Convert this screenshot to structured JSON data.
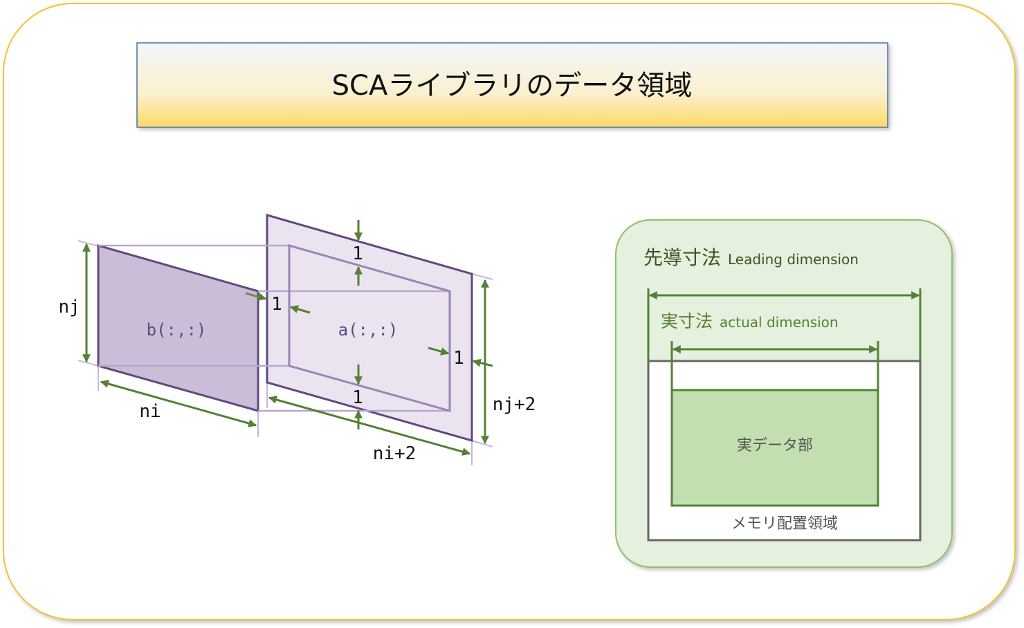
{
  "title": "SCAライブラリのデータ領域",
  "left": {
    "array_b": "b(:,:)",
    "array_a": "a(:,:)",
    "nj": "nj",
    "ni": "ni",
    "nj2": "nj+2",
    "ni2": "ni+2",
    "halo_top": "1",
    "halo_left": "1",
    "halo_bottom": "1",
    "halo_right": "1"
  },
  "right": {
    "leading_jp": "先導寸法",
    "leading_en": "Leading dimension",
    "actual_jp": "実寸法",
    "actual_en": "actual dimension",
    "data_part": "実データ部",
    "memory_area": "メモリ配置領域"
  },
  "colors": {
    "green": "#538135",
    "purple": "#5f4a7e",
    "accent": "#f2c330"
  }
}
